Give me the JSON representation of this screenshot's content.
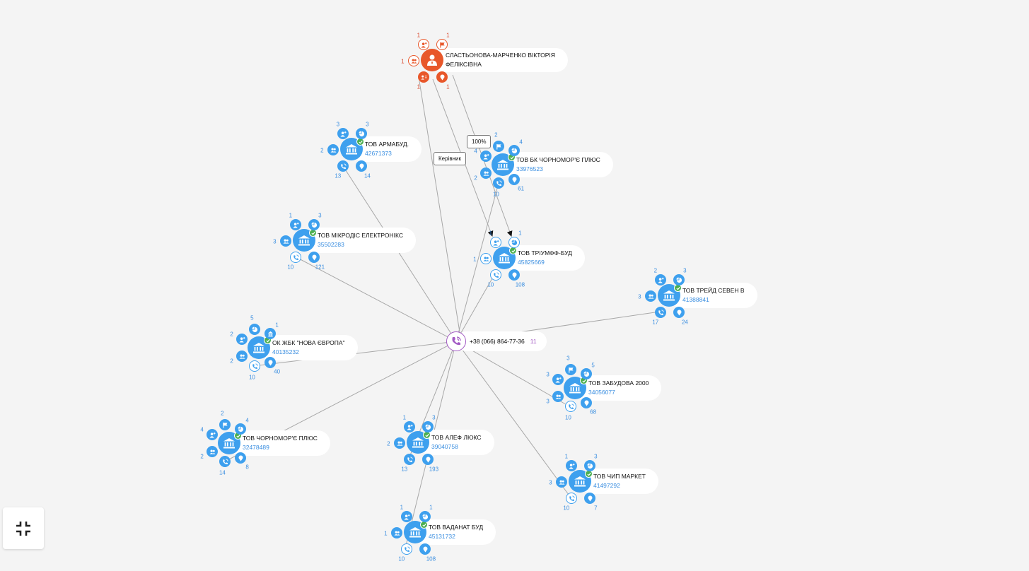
{
  "colors": {
    "company": "#3ea0ee",
    "person": "#e8572a",
    "phone": "#a35bc4",
    "count_company": "#3a8ee0",
    "count_person": "#d9462a"
  },
  "person": {
    "name_line1": "СЛАСТЬОНОВА-МАРЧЕНКО ВІКТОРІЯ",
    "name_line2": "ФЕЛІКСІВНА",
    "badges": [
      {
        "type": "person-plus",
        "count": "1",
        "outlined": true
      },
      {
        "type": "flag",
        "count": "1",
        "outlined": true
      },
      {
        "type": "people",
        "count": "1",
        "outlined": true
      },
      {
        "type": "person-link",
        "count": "1",
        "outlined": false
      },
      {
        "type": "pin",
        "count": "1",
        "outlined": false
      }
    ]
  },
  "phone": {
    "number": "+38 (066) 864-77-36",
    "count": "11"
  },
  "edge_labels": {
    "director": "Керівник",
    "share": "100%"
  },
  "companies": [
    {
      "name": "ТОВ АРМАБУД.",
      "code": "42671373",
      "badges": [
        {
          "type": "person-plus",
          "count": "3"
        },
        {
          "type": "pie",
          "count": "3"
        },
        {
          "type": "people",
          "count": "2"
        },
        {
          "type": "phone",
          "count": "13"
        },
        {
          "type": "pin",
          "count": "14"
        }
      ]
    },
    {
      "name": "ТОВ БК ЧОРНОМОР'Є ПЛЮС",
      "code": "33976523",
      "badges": [
        {
          "type": "flag",
          "count": "2"
        },
        {
          "type": "pie",
          "count": "4"
        },
        {
          "type": "person-plus",
          "count": "4"
        },
        {
          "type": "people",
          "count": "2"
        },
        {
          "type": "phone",
          "count": "10"
        },
        {
          "type": "pin",
          "count": "61"
        }
      ]
    },
    {
      "name": "ТОВ МІКРОДІС ЕЛЕКТРОНІКС",
      "code": "35502283",
      "badges": [
        {
          "type": "person-plus",
          "count": "1"
        },
        {
          "type": "pie",
          "count": "3"
        },
        {
          "type": "people",
          "count": "3"
        },
        {
          "type": "phone",
          "count": "10",
          "outlined": true
        },
        {
          "type": "pin",
          "count": "121"
        }
      ]
    },
    {
      "name": "ТОВ ТРІУМФФ-БУД",
      "code": "45825669",
      "badges": [
        {
          "type": "person-plus",
          "count": "1",
          "outlined": true
        },
        {
          "type": "pie",
          "count": "1",
          "outlined": true
        },
        {
          "type": "people",
          "count": "1",
          "outlined": true
        },
        {
          "type": "phone",
          "count": "10",
          "outlined": true
        },
        {
          "type": "pin",
          "count": "108"
        }
      ]
    },
    {
      "name": "ТОВ ТРЕЙД СЕВЕН В",
      "code": "41388841",
      "badges": [
        {
          "type": "person-plus",
          "count": "2"
        },
        {
          "type": "pie",
          "count": "3"
        },
        {
          "type": "people",
          "count": "3"
        },
        {
          "type": "phone",
          "count": "17"
        },
        {
          "type": "pin",
          "count": "24"
        }
      ]
    },
    {
      "name": "ОК ЖБК \"НОВА ЄВРОПА\"",
      "code": "40135232",
      "badges": [
        {
          "type": "pie",
          "count": "5"
        },
        {
          "type": "building",
          "count": "1"
        },
        {
          "type": "person-plus",
          "count": "2"
        },
        {
          "type": "people",
          "count": "2"
        },
        {
          "type": "phone",
          "count": "10",
          "outlined": true
        },
        {
          "type": "pin",
          "count": "40"
        }
      ]
    },
    {
      "name": "ТОВ ЗАБУДОВА 2000",
      "code": "34056077",
      "badges": [
        {
          "type": "flag",
          "count": "3"
        },
        {
          "type": "pie",
          "count": "5"
        },
        {
          "type": "person-plus",
          "count": "3"
        },
        {
          "type": "people",
          "count": "3"
        },
        {
          "type": "phone",
          "count": "10",
          "outlined": true
        },
        {
          "type": "pin",
          "count": "68"
        }
      ]
    },
    {
      "name": "ТОВ ЧОРНОМОР'Є ПЛЮС",
      "code": "32478489",
      "badges": [
        {
          "type": "flag",
          "count": "2"
        },
        {
          "type": "pie",
          "count": "4"
        },
        {
          "type": "person-plus",
          "count": "4"
        },
        {
          "type": "people",
          "count": "2"
        },
        {
          "type": "phone",
          "count": "14"
        },
        {
          "type": "pin",
          "count": "8"
        }
      ]
    },
    {
      "name": "ТОВ АЛЕФ ЛЮКС",
      "code": "39040758",
      "badges": [
        {
          "type": "person-plus",
          "count": "1"
        },
        {
          "type": "pie",
          "count": "3"
        },
        {
          "type": "people",
          "count": "2"
        },
        {
          "type": "phone",
          "count": "13"
        },
        {
          "type": "pin",
          "count": "193"
        }
      ]
    },
    {
      "name": "ТОВ ЧИП МАРКЕТ",
      "code": "41497292",
      "badges": [
        {
          "type": "person-plus",
          "count": "1"
        },
        {
          "type": "pie",
          "count": "3"
        },
        {
          "type": "people",
          "count": "3"
        },
        {
          "type": "phone",
          "count": "10",
          "outlined": true
        },
        {
          "type": "pin",
          "count": "7"
        }
      ]
    },
    {
      "name": "ТОВ ВАДАНАТ БУД",
      "code": "45131732",
      "badges": [
        {
          "type": "person-plus",
          "count": "1"
        },
        {
          "type": "pie",
          "count": "1"
        },
        {
          "type": "people",
          "count": "1"
        },
        {
          "type": "phone",
          "count": "10",
          "outlined": true
        },
        {
          "type": "pin",
          "count": "108"
        }
      ]
    }
  ],
  "controls": {
    "exit_fullscreen_icon": "fullscreen-exit-icon"
  }
}
